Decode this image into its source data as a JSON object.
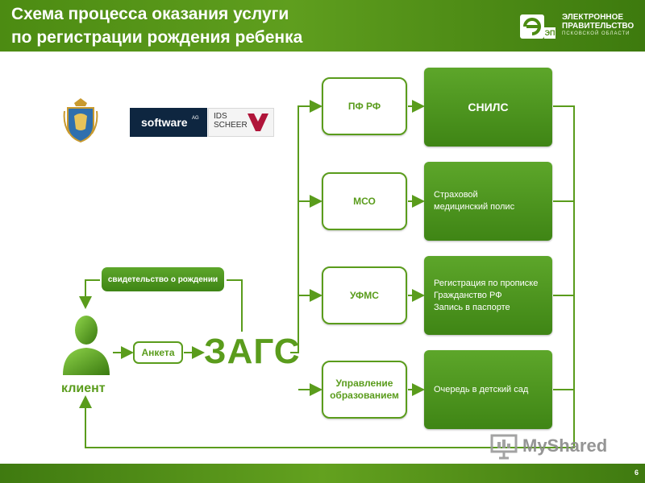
{
  "header": {
    "title": "Схема процесса оказания услуги\nпо регистрации рождения ребенка",
    "org_logo": {
      "name": "ЭЛЕКТРОННОЕ\nПРАВИТЕЛЬСТВО",
      "region": "ПСКОВСКОЙ ОБЛАСТИ",
      "badge": "ЭП"
    }
  },
  "logos": {
    "software": {
      "text": "software",
      "suffix": "AG"
    },
    "ids": {
      "text": "IDS\nSCHEER"
    }
  },
  "client": {
    "label": "клиент"
  },
  "form": {
    "label": "Анкета"
  },
  "registry": {
    "label": "ЗАГС"
  },
  "certificate": {
    "label": "свидетельство о рождении"
  },
  "agencies": [
    {
      "label": "ПФ РФ",
      "result": "СНИЛС"
    },
    {
      "label": "МСО",
      "result": "Страховой\nмедицинский полис"
    },
    {
      "label": "УФМС",
      "result": "Регистрация по прописке\nГражданство РФ\nЗапись в паспорте"
    },
    {
      "label": "Управление\nобразованием",
      "result": "Очередь в детский сад"
    }
  ],
  "watermark": {
    "text": "MyShared"
  },
  "footer": {
    "page_number": "6"
  },
  "colors": {
    "brand_green": "#5a9c1c",
    "dark_green": "#3f8515"
  }
}
